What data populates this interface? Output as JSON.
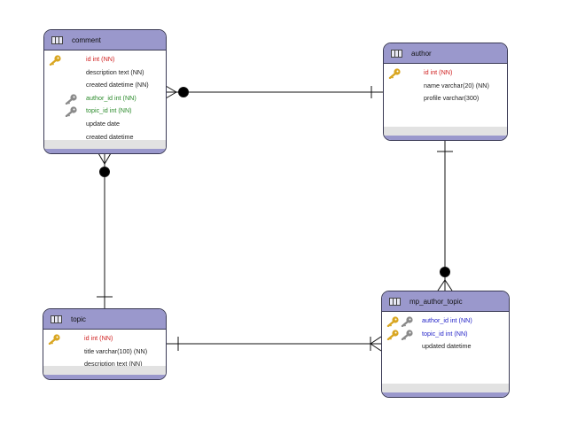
{
  "tables": {
    "comment": {
      "name": "comment",
      "columns": [
        {
          "text": "id int (NN)",
          "kind": "pk",
          "icons": [
            "gold-key"
          ]
        },
        {
          "text": "description text (NN)",
          "kind": "plain",
          "icons": []
        },
        {
          "text": "created datetime (NN)",
          "kind": "plain",
          "icons": []
        },
        {
          "text": "author_id int (NN)",
          "kind": "fk",
          "icons": [
            "gray-key"
          ]
        },
        {
          "text": "topic_id int (NN)",
          "kind": "fk",
          "icons": [
            "gray-key"
          ]
        },
        {
          "text": "update date",
          "kind": "plain",
          "icons": []
        },
        {
          "text": "created datetime",
          "kind": "plain",
          "icons": []
        }
      ]
    },
    "author": {
      "name": "author",
      "columns": [
        {
          "text": "id int (NN)",
          "kind": "pk",
          "icons": [
            "gold-key"
          ]
        },
        {
          "text": "name varchar(20) (NN)",
          "kind": "plain",
          "icons": []
        },
        {
          "text": "profile varchar(300)",
          "kind": "plain",
          "icons": []
        }
      ]
    },
    "topic": {
      "name": "topic",
      "columns": [
        {
          "text": "id int (NN)",
          "kind": "pk",
          "icons": [
            "gold-key"
          ]
        },
        {
          "text": "title varchar(100) (NN)",
          "kind": "plain",
          "icons": []
        },
        {
          "text": "description text (NN)",
          "kind": "plain",
          "icons": []
        }
      ]
    },
    "mp_author_topic": {
      "name": "mp_author_topic",
      "columns": [
        {
          "text": "author_id int (NN)",
          "kind": "pfk",
          "icons": [
            "gold-key",
            "gray-key"
          ]
        },
        {
          "text": "topic_id int (NN)",
          "kind": "pfk",
          "icons": [
            "gold-key",
            "gray-key"
          ]
        },
        {
          "text": "updated datetime",
          "kind": "plain",
          "icons": []
        }
      ]
    }
  },
  "relationships": [
    {
      "from": "comment",
      "to": "author",
      "many_side": "comment",
      "optional": true
    },
    {
      "from": "comment",
      "to": "topic",
      "many_side": "comment",
      "optional": true
    },
    {
      "from": "mp_author_topic",
      "to": "author",
      "many_side": "mp_author_topic",
      "optional": true
    },
    {
      "from": "mp_author_topic",
      "to": "topic",
      "many_side": "mp_author_topic",
      "optional": false
    }
  ],
  "colors": {
    "header": "#9a98cc",
    "pk": "#d02020",
    "fk": "#2a8a2a",
    "pfk": "#2323c8",
    "gold_key": "#d9a621",
    "gray_key": "#8a8a8a"
  }
}
